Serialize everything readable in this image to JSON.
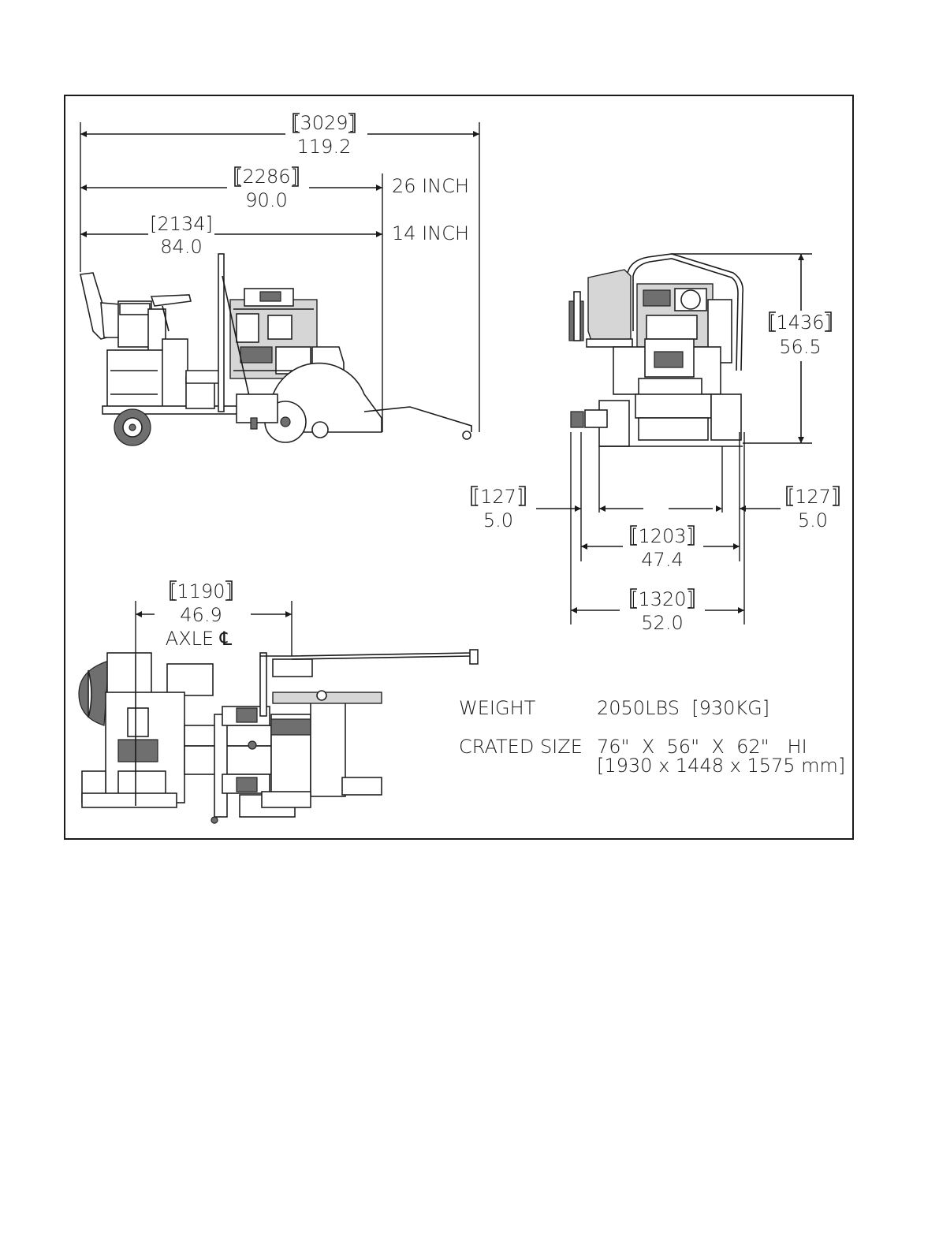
{
  "dimensions": {
    "overall_length_mm": "[3029]",
    "overall_length_in": "119.2",
    "length_26_mm": "[2286]",
    "length_26_in": "90.0",
    "blade_26_label": "26 INCH",
    "length_14_mm": "[2134]",
    "length_14_in": "84.0",
    "blade_14_label": "14 INCH",
    "height_mm": "[1436]",
    "height_in": "56.5",
    "side_left_mm": "[127]",
    "side_left_in": "5.0",
    "side_right_mm": "[127]",
    "side_right_in": "5.0",
    "wheel_track_mm": "[1203]",
    "wheel_track_in": "47.4",
    "overall_width_mm": "[1320]",
    "overall_width_in": "52.0",
    "axle_mm": "[1190]",
    "axle_in": "46.9",
    "axle_label": "AXLE ℄"
  },
  "specs": {
    "weight_label": "WEIGHT",
    "weight_value": "2050LBS  [930KG]",
    "crated_label": "CRATED SIZE",
    "crated_value_in": "76\"  X  56\"  X  62\"   HI",
    "crated_value_mm": "[1930 x 1448 x 1575 mm]"
  }
}
